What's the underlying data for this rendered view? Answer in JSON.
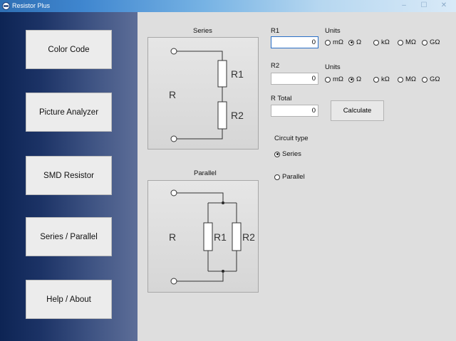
{
  "window": {
    "title": "Resistor Plus",
    "minimize": "–",
    "maximize": "☐",
    "close": "✕"
  },
  "sidebar": {
    "items": [
      {
        "label": "Color Code"
      },
      {
        "label": "Picture Analyzer"
      },
      {
        "label": "SMD Resistor"
      },
      {
        "label": "Series / Parallel"
      },
      {
        "label": "Help / About"
      }
    ]
  },
  "series_diagram": {
    "title": "Series",
    "r_label": "R",
    "r1_label": "R1",
    "r2_label": "R2"
  },
  "parallel_diagram": {
    "title": "Parallel",
    "r_label": "R",
    "r1_label": "R1",
    "r2_label": "R2"
  },
  "r1": {
    "label": "R1",
    "value": "0",
    "units_label": "Units",
    "units": [
      "mΩ",
      "Ω",
      "kΩ",
      "MΩ",
      "GΩ"
    ],
    "selected_unit": "Ω"
  },
  "r2": {
    "label": "R2",
    "value": "0",
    "units_label": "Units",
    "units": [
      "mΩ",
      "Ω",
      "kΩ",
      "MΩ",
      "GΩ"
    ],
    "selected_unit": "Ω"
  },
  "rtotal": {
    "label": "R Total",
    "value": "0"
  },
  "calculate_label": "Calculate",
  "circuit_type": {
    "label": "Circuit type",
    "options": [
      "Series",
      "Parallel"
    ],
    "selected": "Series"
  },
  "colors": {
    "sidebar_dark": "#0d2454",
    "sidebar_light": "#5d6e98",
    "main_bg": "#dedede",
    "focus": "#2a6fc7"
  }
}
